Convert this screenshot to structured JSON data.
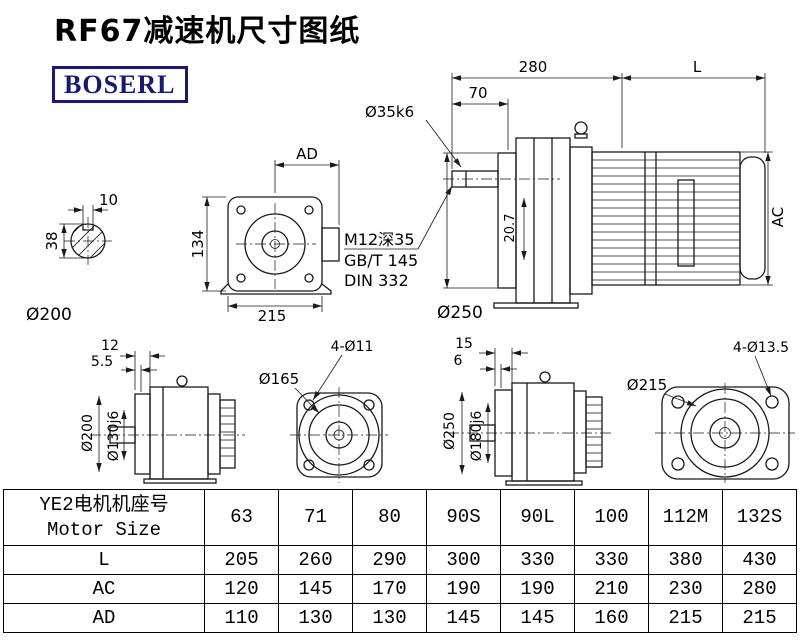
{
  "page": {
    "title": "RF67减速机尺寸图纸",
    "brand": "BOSERL"
  },
  "colors": {
    "brand": "#191970",
    "line": "#1a1a1a"
  },
  "dims": {
    "shaft_end": {
      "w10": "10",
      "h38": "38",
      "dia200": "Ø200"
    },
    "front": {
      "ad": "AD",
      "h134": "134",
      "w215": "215"
    },
    "side": {
      "w280": "280",
      "l": "L",
      "w70": "70",
      "shaft_dia": "Ø35k6",
      "tap": "M12深35",
      "std_gbt": "GB/T 145",
      "std_din": "DIN 332",
      "dia250": "Ø250",
      "h207": "20.7",
      "ac": "AC"
    },
    "b1": {
      "w12": "12",
      "w55": "5.5",
      "dia200": "Ø200",
      "dia130": "Ø130j6"
    },
    "b2": {
      "holes": "4-Ø11",
      "dia165": "Ø165"
    },
    "b3": {
      "w15": "15",
      "w6": "6",
      "dia250": "Ø250",
      "dia180": "Ø180j6"
    },
    "b4": {
      "holes": "4-Ø13.5",
      "dia215": "Ø215"
    }
  },
  "table": {
    "header_cn": "YE2电机机座号",
    "header_en": "Motor Size",
    "sizes": [
      "63",
      "71",
      "80",
      "90S",
      "90L",
      "100",
      "112M",
      "132S"
    ],
    "rows": [
      {
        "label": "L",
        "values": [
          "205",
          "260",
          "290",
          "300",
          "330",
          "330",
          "380",
          "430"
        ]
      },
      {
        "label": "AC",
        "values": [
          "120",
          "145",
          "170",
          "190",
          "190",
          "210",
          "230",
          "280"
        ]
      },
      {
        "label": "AD",
        "values": [
          "110",
          "130",
          "130",
          "145",
          "145",
          "160",
          "215",
          "215"
        ]
      }
    ]
  }
}
